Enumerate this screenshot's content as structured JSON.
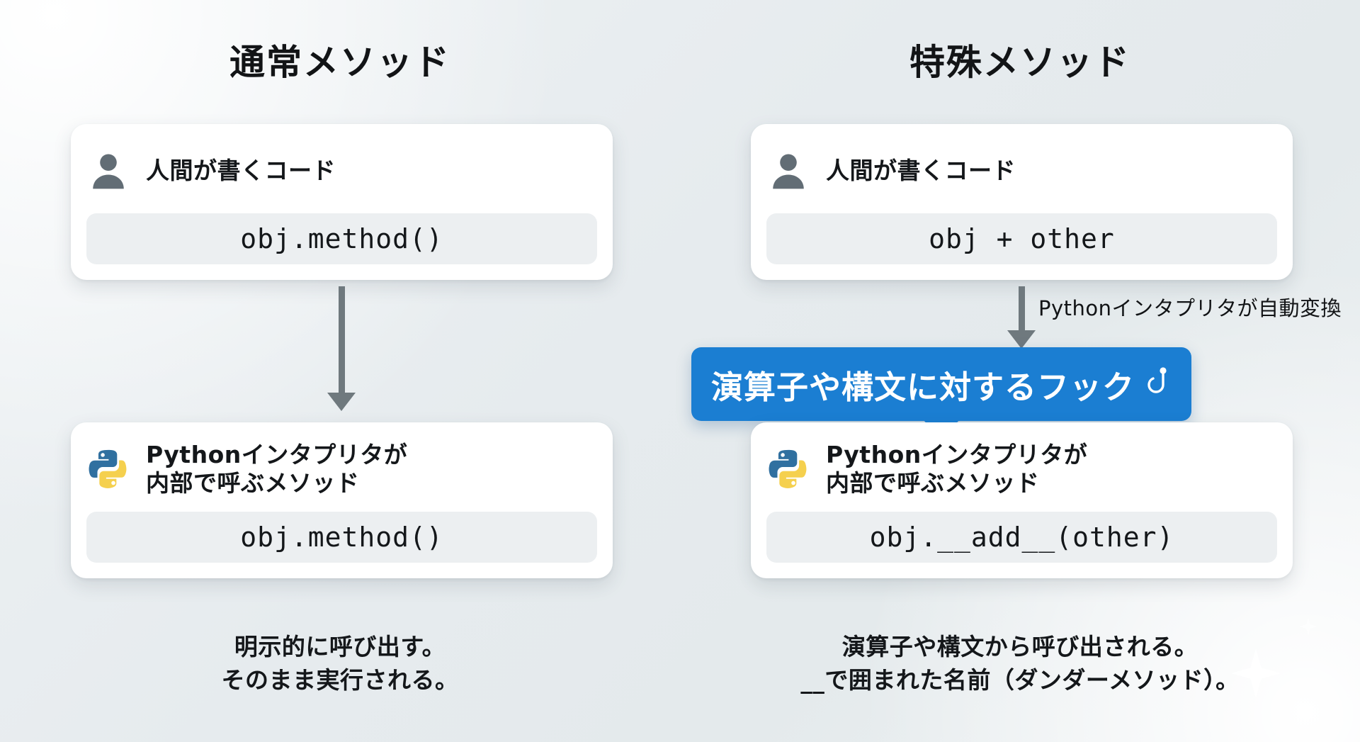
{
  "theme": {
    "background_light": "#eef2f4",
    "background_dark": "#e4eaec",
    "accent_blue": "#1b7ed2",
    "arrow_gray": "#6f797e",
    "card_white": "#ffffff",
    "code_box_gray": "#eceff1",
    "python_blue": "#3070a0",
    "python_yellow": "#f5d04e"
  },
  "columns": {
    "normal": {
      "title": "通常メソッド",
      "cards": [
        {
          "icon": "person-icon",
          "title": "人間が書くコード",
          "code": "obj.method()"
        },
        {
          "icon": "python-logo-icon",
          "title": "Pythonインタプリタが\n内部で呼ぶメソッド",
          "code": "obj.method()"
        }
      ],
      "caption": "明示的に呼び出す。\nそのまま実行される。"
    },
    "special": {
      "title": "特殊メソッド",
      "cards": [
        {
          "icon": "person-icon",
          "title": "人間が書くコード",
          "code": "obj + other"
        },
        {
          "icon": "python-logo-icon",
          "title": "Pythonインタプリタが\n内部で呼ぶメソッド",
          "code": "obj.__add__(other)"
        }
      ],
      "annotation": "Pythonインタプリタが自動変換",
      "banner": {
        "label": "演算子や構文に対するフック",
        "icon": "fish-hook-icon"
      },
      "caption": "演算子や構文から呼び出される。\n__で囲まれた名前（ダンダーメソッド）。"
    }
  }
}
